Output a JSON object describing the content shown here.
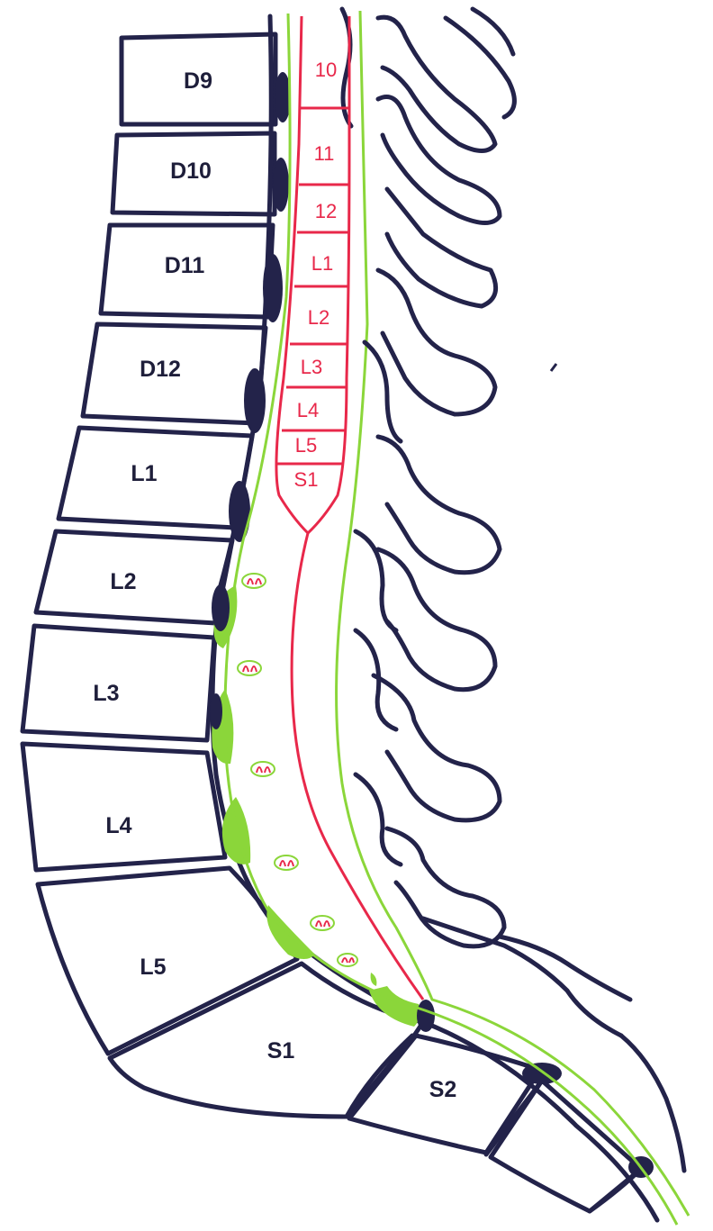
{
  "vertebrae": [
    {
      "label": "D9"
    },
    {
      "label": "D10"
    },
    {
      "label": "D11"
    },
    {
      "label": "D12"
    },
    {
      "label": "L1"
    },
    {
      "label": "L2"
    },
    {
      "label": "L3"
    },
    {
      "label": "L4"
    },
    {
      "label": "L5"
    },
    {
      "label": "S1"
    },
    {
      "label": "S2"
    }
  ],
  "cord_segments": [
    {
      "label": "10"
    },
    {
      "label": "11"
    },
    {
      "label": "12"
    },
    {
      "label": "L1"
    },
    {
      "label": "L2"
    },
    {
      "label": "L3"
    },
    {
      "label": "L4"
    },
    {
      "label": "L5"
    },
    {
      "label": "S1"
    }
  ],
  "colors": {
    "bone_outline": "#23234a",
    "spinal_cord": "#e8284a",
    "dura": "#8bd63a",
    "epidural_fat": "#8bd63a",
    "venous_plexus": "#23234a"
  }
}
